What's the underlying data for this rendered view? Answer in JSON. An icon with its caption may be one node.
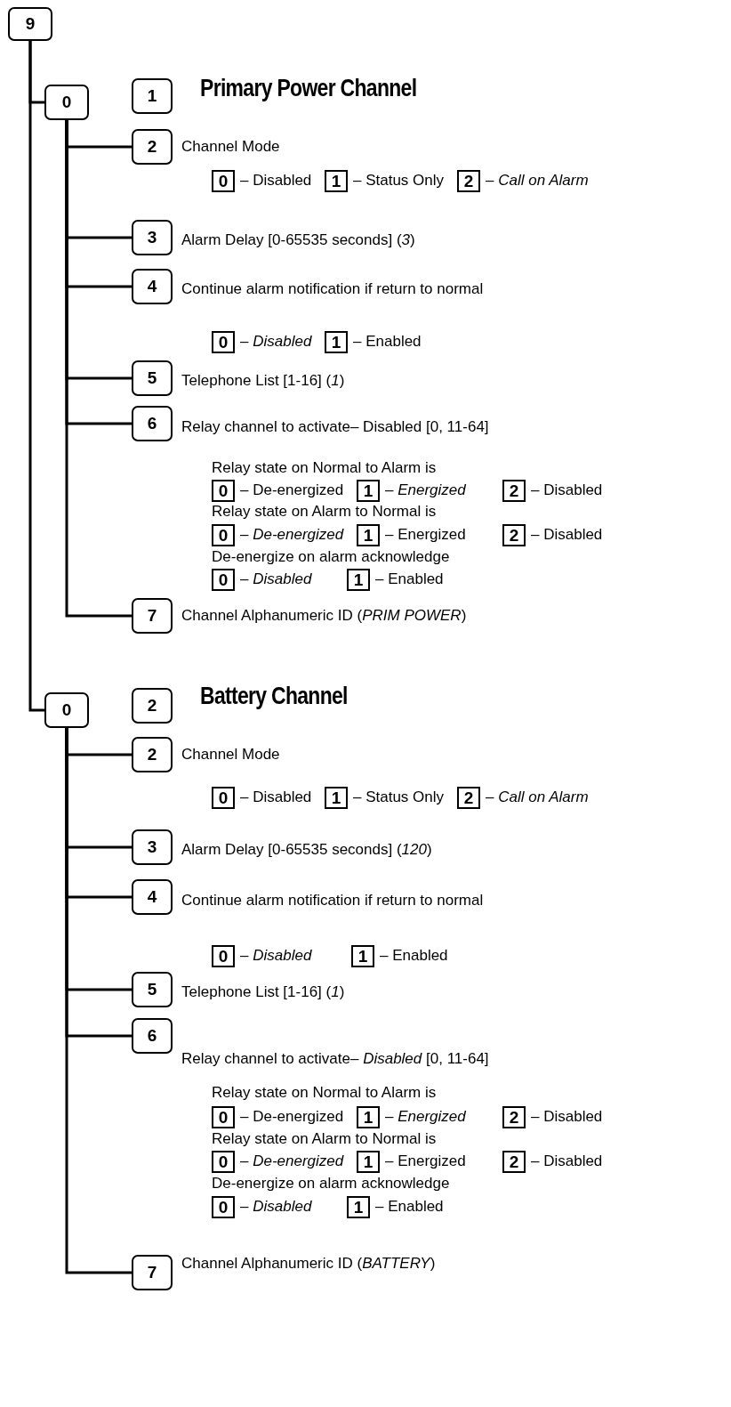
{
  "diagram": {
    "nodes": [
      {
        "text": [
          "9"
        ]
      },
      {
        "text": [
          "0"
        ]
      },
      {
        "text": [
          "1"
        ],
        "beside": [
          "Primary Power Channel"
        ]
      },
      {
        "text": [
          "2"
        ],
        "beside": [
          "Channel Mode"
        ]
      },
      {
        "text": [
          "0"
        ],
        "beside": [
          "– Disabled"
        ]
      },
      {
        "text": [
          "1"
        ],
        "beside": [
          "– Status Only"
        ]
      },
      {
        "text": [
          "2"
        ],
        "beside": [
          "– *Call on Alarm*"
        ]
      },
      {
        "text": [
          "3"
        ],
        "beside": [
          "Alarm Delay [0-65535 seconds] (*3*)"
        ]
      },
      {
        "text": [
          "4"
        ],
        "beside": [
          "Continue alarm notification if return to normal"
        ]
      },
      {
        "text": [
          "0"
        ],
        "beside": [
          "– *Disabled*"
        ]
      },
      {
        "text": [
          "1"
        ],
        "beside": [
          "– Enabled"
        ]
      },
      {
        "text": [
          "5"
        ],
        "beside": [
          "Telephone List [1-16] (*1*)"
        ]
      },
      {
        "text": [
          "6"
        ],
        "beside": [
          "Relay channel to activate– Disabled  [0, 11-64]"
        ]
      },
      {
        "text": [
          "0"
        ],
        "beside": [
          "– De-energized"
        ]
      },
      {
        "text": [
          "1"
        ],
        "beside": [
          "– *Energized*"
        ]
      },
      {
        "text": [
          "2"
        ],
        "beside": [
          "– Disabled"
        ]
      },
      {
        "text": [
          "0"
        ],
        "beside": [
          "– *De-energized*"
        ]
      },
      {
        "text": [
          "1"
        ],
        "beside": [
          "– Energized"
        ]
      },
      {
        "text": [
          "2"
        ],
        "beside": [
          "– Disabled"
        ]
      },
      {
        "text": [
          "0"
        ],
        "beside": [
          "– *Disabled*"
        ]
      },
      {
        "text": [
          "1"
        ],
        "beside": [
          "– Enabled"
        ]
      },
      {
        "text": [
          "7"
        ],
        "beside": [
          "Channel Alphanumeric ID (*PRIM POWER*)"
        ]
      },
      {
        "text": [
          "0"
        ]
      },
      {
        "text": [
          "2"
        ],
        "beside": [
          "Battery Channel"
        ]
      },
      {
        "text": [
          "2"
        ],
        "beside": [
          "Channel Mode"
        ]
      },
      {
        "text": [
          "0"
        ],
        "beside": [
          "– Disabled"
        ]
      },
      {
        "text": [
          "1"
        ],
        "beside": [
          "– Status Only"
        ]
      },
      {
        "text": [
          "2"
        ],
        "beside": [
          "– *Call on Alarm*"
        ]
      },
      {
        "text": [
          "3"
        ],
        "beside": [
          "Alarm Delay [0-65535 seconds] (*120*)"
        ]
      },
      {
        "text": [
          "4"
        ],
        "beside": [
          "Continue alarm notification if return to normal"
        ]
      },
      {
        "text": [
          "0"
        ],
        "beside": [
          "– *Disabled*"
        ]
      },
      {
        "text": [
          "1"
        ],
        "beside": [
          "– Enabled"
        ]
      },
      {
        "text": [
          "5"
        ],
        "beside": [
          "Telephone List [1-16] (*1*)"
        ]
      },
      {
        "text": [
          "6"
        ],
        "beside": [
          "Relay channel to activate– *Disabled*  [0, 11-64]"
        ]
      },
      {
        "text": [
          "0"
        ],
        "beside": [
          "– De-energized"
        ]
      },
      {
        "text": [
          "1"
        ],
        "beside": [
          "– *Energized*"
        ]
      },
      {
        "text": [
          "2"
        ],
        "beside": [
          "– Disabled"
        ]
      },
      {
        "text": [
          "0"
        ],
        "beside": [
          "– *De-energized*"
        ]
      },
      {
        "text": [
          "1"
        ],
        "beside": [
          "– Energized"
        ]
      },
      {
        "text": [
          "2"
        ],
        "beside": [
          "– Disabled"
        ]
      },
      {
        "text": [
          "0"
        ],
        "beside": [
          "– *Disabled*"
        ]
      },
      {
        "text": [
          "1"
        ],
        "beside": [
          "– Enabled"
        ]
      },
      {
        "text": [
          "7"
        ],
        "beside": [
          "Channel Alphanumeric ID (*BATTERY*)"
        ]
      }
    ],
    "edges": [
      {
        "from": 0,
        "to": 1,
        "arrow": "none"
      },
      {
        "from": 0,
        "to": 22,
        "arrow": "none"
      },
      {
        "from": 1,
        "to": 3,
        "arrow": "none"
      },
      {
        "from": 1,
        "to": 7,
        "arrow": "none"
      },
      {
        "from": 1,
        "to": 8,
        "arrow": "none"
      },
      {
        "from": 1,
        "to": 11,
        "arrow": "none"
      },
      {
        "from": 1,
        "to": 12,
        "arrow": "none"
      },
      {
        "from": 1,
        "to": 21,
        "arrow": "none"
      },
      {
        "from": 22,
        "to": 24,
        "arrow": "none"
      },
      {
        "from": 22,
        "to": 28,
        "arrow": "none"
      },
      {
        "from": 22,
        "to": 29,
        "arrow": "none"
      },
      {
        "from": 22,
        "to": 32,
        "arrow": "none"
      },
      {
        "from": 22,
        "to": 33,
        "arrow": "none"
      },
      {
        "from": 22,
        "to": 42,
        "arrow": "none"
      }
    ],
    "labels": [
      "Relay state on Normal to Alarm is",
      "Relay state on Alarm to Normal is",
      "De-energize on alarm acknowledge",
      "Relay state on Normal to Alarm is",
      "Relay state on Alarm to Normal is",
      "De-energize on alarm acknowledge"
    ]
  }
}
